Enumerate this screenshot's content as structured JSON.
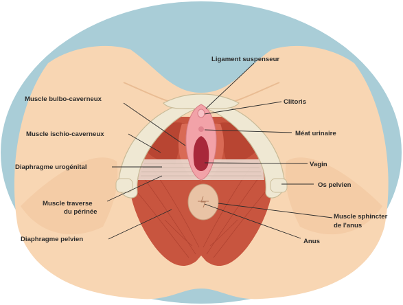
{
  "labels": {
    "ligament_suspenseur": "Ligament suspenseur",
    "clitoris": "Clitoris",
    "muscle_bulbo_caverneux": "Muscle bulbo-caverneux",
    "meat_urinaire": "Méat urinaire",
    "muscle_ischio_caverneux": "Muscle ischio-caverneux",
    "diaphragme_urogenital": "Diaphragme urogénital",
    "vagin": "Vagin",
    "os_pelvien": "Os pelvien",
    "muscle_traverse_line1": "Muscle traverse",
    "muscle_traverse_line2": "du périnée",
    "muscle_sphincter_line1": "Muscle sphincter",
    "muscle_sphincter_line2": "de l'anus",
    "diaphragme_pelvien": "Diaphragme pelvien",
    "anus": "Anus"
  },
  "colors": {
    "background_oval": "#a9cdd7",
    "skin": "#f8d6b3",
    "skin_shadow": "#e9bc93",
    "muscle": "#c8553f",
    "muscle_dark": "#a63b2b",
    "bone": "#efe8d3",
    "bone_outline": "#c9bb98",
    "mucosa": "#f2a2a8",
    "vagina": "#a8283a",
    "anus": "#e9c3a5",
    "leader_line": "#2b2b2b"
  }
}
